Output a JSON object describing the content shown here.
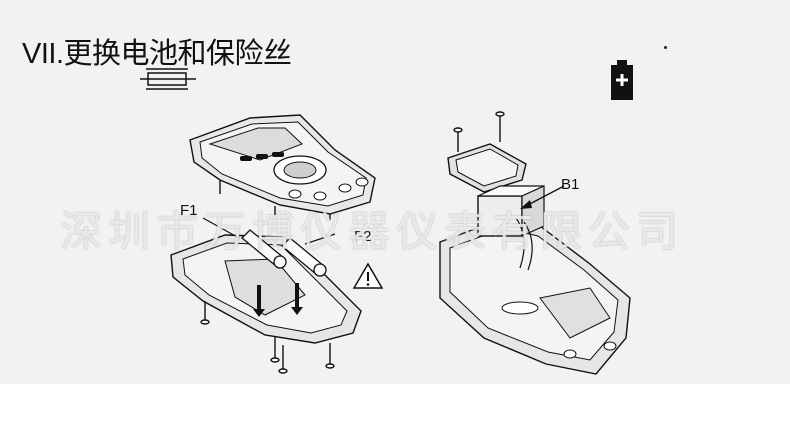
{
  "section": {
    "title": "VII.更换电池和保险丝"
  },
  "labels": {
    "fuse1": "F1",
    "fuse2": "F2",
    "battery": "B1"
  },
  "watermark": {
    "text": "深圳市万博仪器仪表有限公司"
  },
  "colors": {
    "panel_bg": "#f2f2f2",
    "ink": "#111111",
    "body_fill": "#e6e6e6"
  },
  "icons": {
    "fuse_symbol": "fuse-icon",
    "battery_symbol": "battery-icon",
    "caution_symbol": "warning-triangle-icon"
  }
}
